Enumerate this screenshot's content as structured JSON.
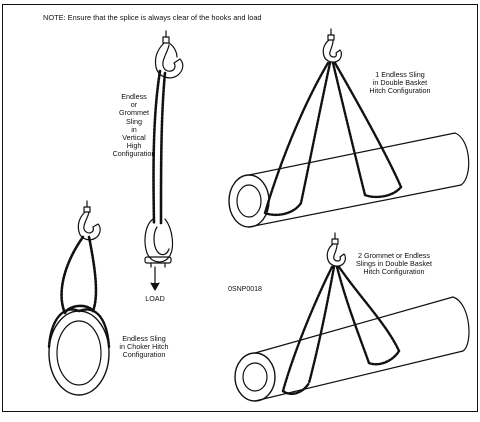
{
  "figure": {
    "note": "NOTE: Ensure that the splice is always clear of the hooks and load",
    "labels": {
      "vertical": [
        "Endless",
        "or",
        "Grommet",
        "Sling",
        "in",
        "Vertical",
        "High",
        "Configuration"
      ],
      "basket": [
        "1 Endless Sling",
        "in Double Basket",
        "Hitch Configuration"
      ],
      "grommet": [
        "2 Grommet or Endless",
        "Slings in Double Basket",
        "Hitch Configuration"
      ],
      "choker": [
        "Endless Sling",
        "in Choker Hitch",
        "Configuration"
      ],
      "load": "LOAD",
      "code": "0SNP0018"
    },
    "icons": [
      "crane-hook",
      "shackle",
      "wire-rope-sling",
      "pipe-load",
      "arrow-down"
    ],
    "colors": {
      "ink": "#111111",
      "paper": "#ffffff"
    }
  }
}
